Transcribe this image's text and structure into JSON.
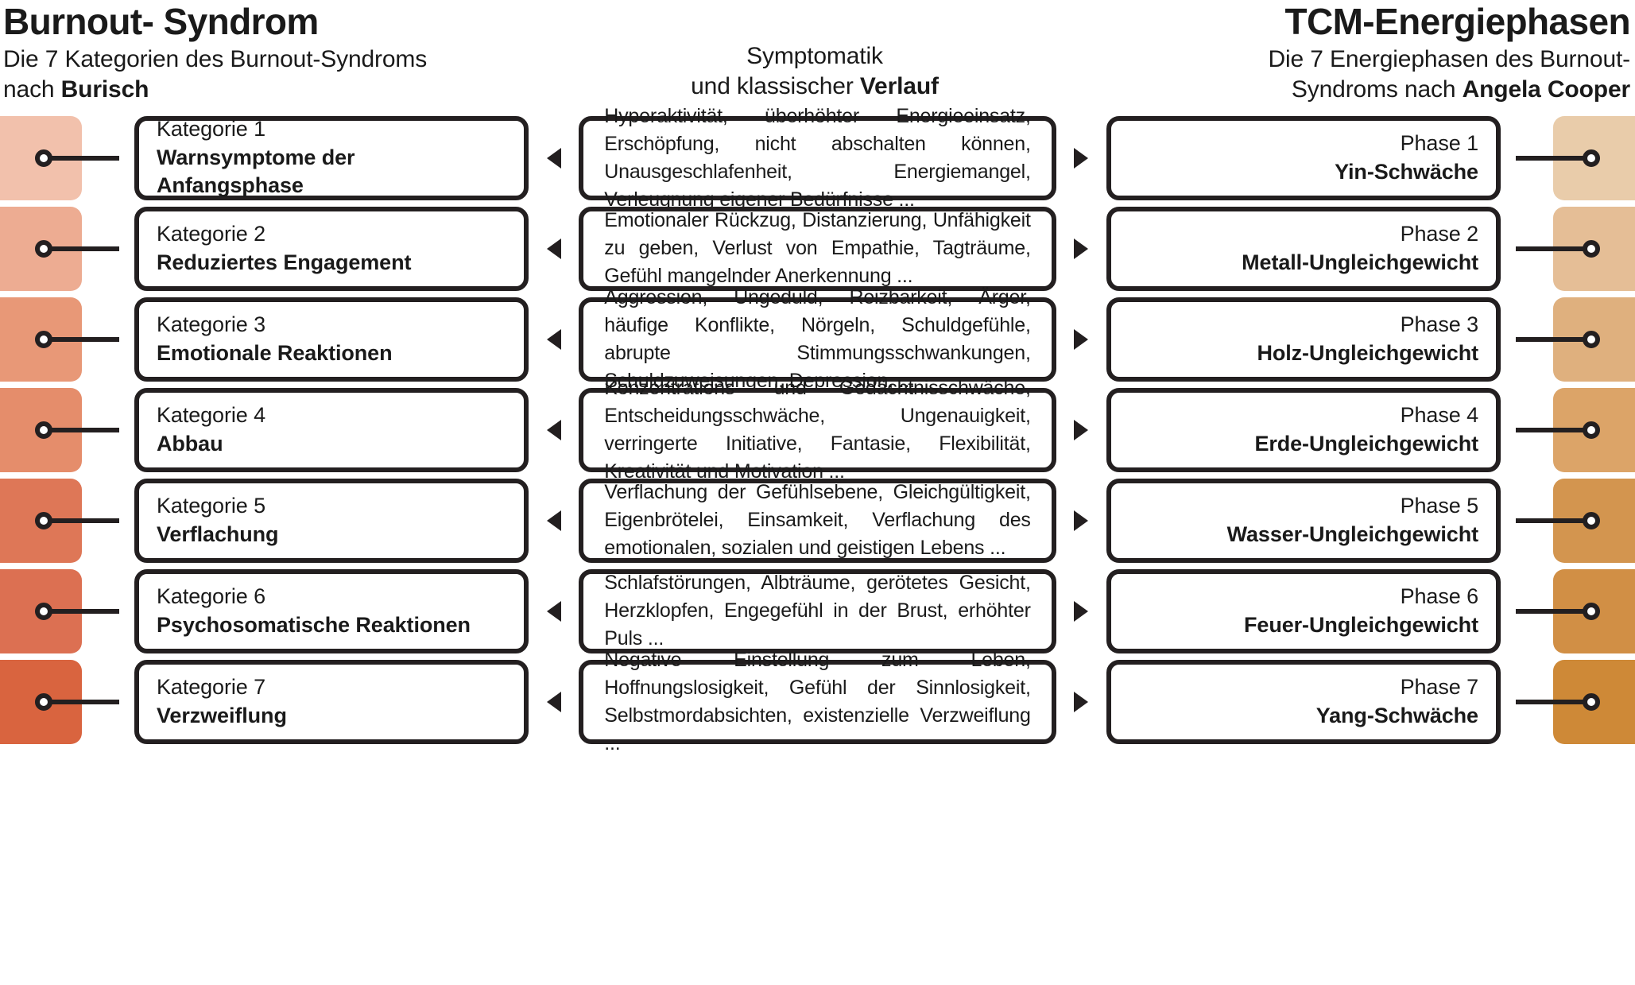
{
  "header": {
    "left": {
      "title": "Burnout- Syndrom",
      "sub_line1": "Die 7 Kategorien des Burnout-Syndroms",
      "sub_line2_prefix": "nach ",
      "sub_line2_bold": "Burisch"
    },
    "middle": {
      "sub_line1": "Symptomatik",
      "sub_line2_prefix": "und klassischer ",
      "sub_line2_bold": "Verlauf"
    },
    "right": {
      "title": "TCM-Energiephasen",
      "sub_line1": "Die 7 Energiephasen des Burnout-",
      "sub_line2_prefix": "Syndroms nach ",
      "sub_line2_bold": "Angela Cooper"
    }
  },
  "colors": {
    "ink": "#231f20",
    "left_swatches": [
      "#F2C1AC",
      "#EDAC92",
      "#E89877",
      "#E58D6B",
      "#DE7757",
      "#DC7052",
      "#D9643F"
    ],
    "right_swatches": [
      "#E9CCAA",
      "#E5BE96",
      "#DFB07E",
      "#DCA468",
      "#D3954F",
      "#D18F45",
      "#CE8937"
    ]
  },
  "icons": {
    "arrow_left": "triangle-left-icon",
    "arrow_right": "triangle-right-icon",
    "connector": "connector-dot-icon"
  },
  "rows": [
    {
      "category_number": "Kategorie 1",
      "category_name": "Warnsymptome der Anfangsphase",
      "symptoms": "Hyperaktivität, überhöhter Energieeinsatz, Erschöp­fung, nicht abschalten können, Unausgeschlafenheit, Energiemangel, Verleugnung eigener Bedürfnisse ...",
      "phase_number": "Phase 1",
      "phase_name": "Yin-Schwäche"
    },
    {
      "category_number": "Kategorie 2",
      "category_name": "Reduziertes Engagement",
      "symptoms": "Emotionaler Rückzug, Distanzierung, Unfähigkeit zu geben, Verlust von Empathie, Tagträume, Gefühl man­gelnder Anerkennung ...",
      "phase_number": "Phase 2",
      "phase_name": "Metall-Ungleichgewicht"
    },
    {
      "category_number": "Kategorie 3",
      "category_name": "Emotionale Reaktionen",
      "symptoms": "Aggression, Ungeduld, Reizbarkeit, Ärger, häufige Kon­flikte, Nörgeln, Schuldgefühle, abrupte Stimmungs­schwankungen, Schuldzuweisungen, Depression, ...",
      "phase_number": "Phase 3",
      "phase_name": "Holz-Ungleichgewicht"
    },
    {
      "category_number": "Kategorie 4",
      "category_name": "Abbau",
      "symptoms": "Konzentrations- und Gedächtnisschwäche, Entschei­dungsschwäche, Ungenauigkeit, verringerte Initiative, Fantasie, Flexibilität, Kreativität und Motivation ...",
      "phase_number": "Phase 4",
      "phase_name": "Erde-Ungleichgewicht"
    },
    {
      "category_number": "Kategorie 5",
      "category_name": "Verflachung",
      "symptoms": "Verflachung der Gefühlsebene, Gleichgültigkeit, Eigen­brötelei, Einsamkeit, Verflachung des emotionalen, so­zialen und geistigen Lebens ...",
      "phase_number": "Phase 5",
      "phase_name": "Wasser-Ungleichgewicht"
    },
    {
      "category_number": "Kategorie 6",
      "category_name": "Psychosomatische Reaktionen",
      "symptoms": "Schlafstörungen, Albträume, gerötetes Gesicht, Herz­klopfen, Engegefühl in der Brust, erhöhter Puls ...",
      "phase_number": "Phase 6",
      "phase_name": "Feuer-Ungleichgewicht"
    },
    {
      "category_number": "Kategorie 7",
      "category_name": "Verzweiflung",
      "symptoms": "Negative Einstellung zum Leben, Hoffnungslosigkeit, Gefühl der Sinnlosigkeit, Selbstmordabsichten, exis­tenzielle Verzweiflung ...",
      "phase_number": "Phase 7",
      "phase_name": "Yang-Schwäche"
    }
  ]
}
